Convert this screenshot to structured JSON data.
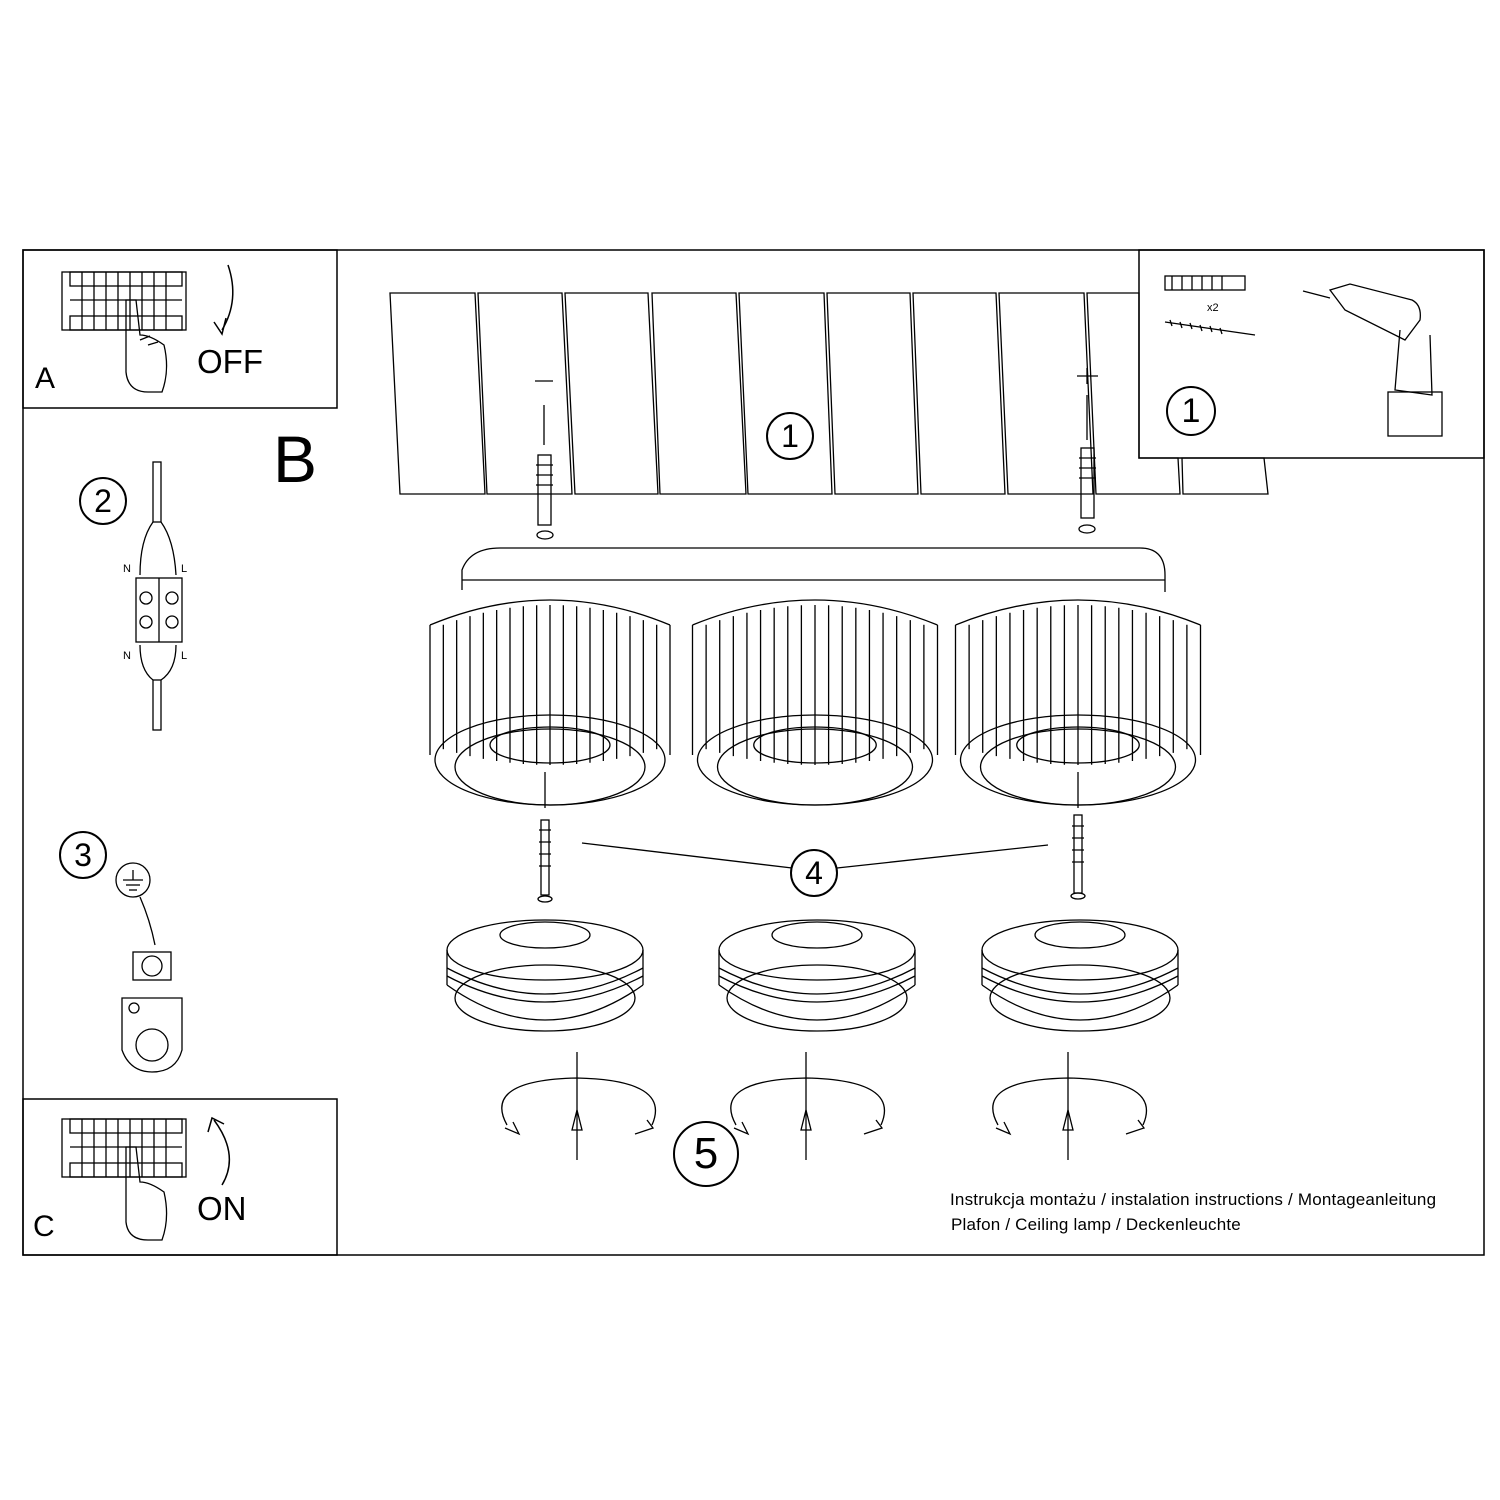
{
  "panels": {
    "a": {
      "letter": "A",
      "state": "OFF"
    },
    "b": {
      "letter": "B"
    },
    "c": {
      "letter": "C",
      "state": "ON"
    }
  },
  "steps": {
    "step1": "1",
    "step1_tools": "1",
    "step2": "2",
    "step3": "3",
    "step4": "4",
    "step5": "5"
  },
  "tools": {
    "anchor_quantity": "x2"
  },
  "connector": {
    "top_left": "N",
    "top_right": "L",
    "bottom_left": "N",
    "bottom_right": "L"
  },
  "caption": {
    "line1": "Instrukcja montażu / instalation instructions / Montageanleitung",
    "line2": "Plafon / Ceiling lamp / Deckenleuchte"
  },
  "colors": {
    "line": "#000000",
    "background": "#ffffff"
  }
}
